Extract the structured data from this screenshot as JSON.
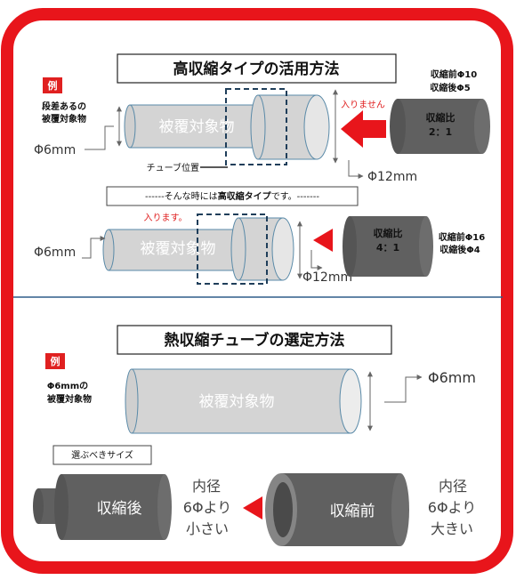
{
  "section1": {
    "title": "高収縮タイプの活用方法",
    "badge": "例",
    "target_desc_line1": "段差あるの",
    "target_desc_line2": "被覆対象物",
    "object_label": "被覆対象物",
    "no_fit_label": "入りません",
    "tube_position_label": "チューブ位置",
    "dim_small": "Φ6mm",
    "dim_large": "Φ12mm",
    "tube_a": {
      "before": "収縮前Φ10",
      "after": "収縮後Φ5",
      "ratio_label": "収縮比",
      "ratio": "2：1"
    },
    "banner": {
      "prefix": "------そんな時には",
      "emphasis": "高収縮タイプ",
      "suffix": "です。-------"
    },
    "fit_label": "入ります。",
    "object_label_2": "被覆対象物",
    "dim_small_2": "Φ6mm",
    "dim_large_2": "Φ12mm",
    "tube_b": {
      "ratio_label": "収縮比",
      "ratio": "4：1",
      "before": "収縮前Φ16",
      "after": "収縮後Φ4"
    }
  },
  "section2": {
    "title": "熱収縮チューブの選定方法",
    "badge": "例",
    "target_desc_line1": "Φ6mmの",
    "target_desc_line2": "被覆対象物",
    "object_label": "被覆対象物",
    "dim": "Φ6mm",
    "choose_label": "選ぶべきサイズ",
    "after_label": "収縮後",
    "before_label": "収縮前",
    "after_note": [
      "内径",
      "6Φより",
      "小さい"
    ],
    "before_note": [
      "内径",
      "6Φより",
      "大きい"
    ]
  },
  "colors": {
    "frame": "#e8151b",
    "badge": "#e02020",
    "arrow": "#e8151b",
    "divider": "#2f5d8a",
    "object_fill": "#d4d4d4",
    "tube_dark": "#606060"
  }
}
